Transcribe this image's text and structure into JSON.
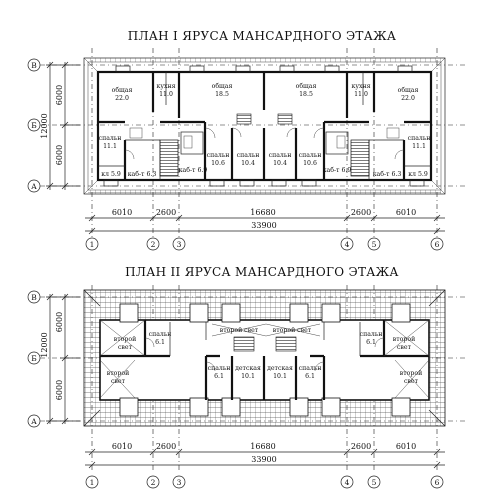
{
  "plan1": {
    "title": "ПЛАН I ЯРУСА МАНСАРДНОГО ЭТАЖА",
    "rooms": {
      "obshchaya_22_l": [
        "общая",
        "22.0"
      ],
      "kukhnya_l": [
        "кухня",
        "11.0"
      ],
      "obshchaya_18_l": [
        "общая",
        "18.5"
      ],
      "obshchaya_18_r": [
        "общая",
        "18.5"
      ],
      "kukhnya_r": [
        "кухня",
        "11.0"
      ],
      "obshchaya_22_r": [
        "общая",
        "22.0"
      ],
      "spaln_11_l": [
        "спальн",
        "11.1"
      ],
      "spaln_11_r": [
        "спальн",
        "11.1"
      ],
      "spaln_106_a": [
        "спальн",
        "10.6"
      ],
      "spaln_104_a": [
        "спальн",
        "10.4"
      ],
      "spaln_104_b": [
        "спальн",
        "10.4"
      ],
      "spaln_106_b": [
        "спальн",
        "10.6"
      ],
      "kl_59_l": "кл 5.9",
      "kl_63": "каб-т 6.3",
      "kab_69_l": "каб-т 6.9",
      "kab_69_r": "каб-т 6.9",
      "kab_63_r": "каб-т 6.3",
      "kl_59_r": "кл 5.9"
    }
  },
  "plan2": {
    "title": "ПЛАН II ЯРУСА МАНСАРДНОГО ЭТАЖА",
    "rooms": {
      "vtoroy_l_top": [
        "второй",
        "свет"
      ],
      "vtoroy_l_bot": [
        "второй",
        "свет"
      ],
      "spaln_61_tl": [
        "спальн",
        "6.1"
      ],
      "vtoroy_mid_l": "второй свет",
      "vtoroy_mid_r": "второй свет",
      "spaln_61_tr": [
        "спальн",
        "6.1"
      ],
      "vtoroy_r_top": [
        "второй",
        "свет"
      ],
      "vtoroy_r_bot": [
        "второй",
        "свет"
      ],
      "spaln_61_bl": [
        "спальн",
        "6.1"
      ],
      "detskaya_l": [
        "детская",
        "10.1"
      ],
      "detskaya_r": [
        "детская",
        "10.1"
      ],
      "spaln_61_br": [
        "спальн",
        "6.1"
      ]
    }
  },
  "axes": {
    "rows": [
      "В",
      "Б",
      "А"
    ],
    "cols": [
      "1",
      "2",
      "3",
      "4",
      "5",
      "6"
    ]
  },
  "dims": {
    "vert_total": "12000",
    "vert_part_top": "6000",
    "vert_part_bot": "6000",
    "d6010_l": "6010",
    "d2600_l": "2600",
    "d16680": "16680",
    "d2600_r": "2600",
    "d6010_r": "6010",
    "total": "33900"
  }
}
